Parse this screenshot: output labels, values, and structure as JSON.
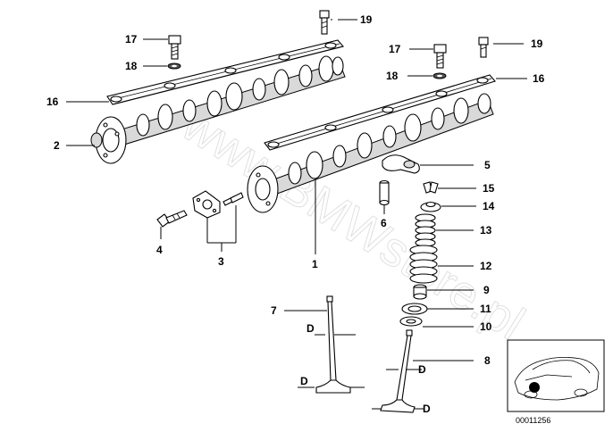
{
  "diagram": {
    "callouts": {
      "c1": "1",
      "c2": "2",
      "c3": "3",
      "c4": "4",
      "c5": "5",
      "c6": "6",
      "c7": "7",
      "c8": "8",
      "c9": "9",
      "c10": "10",
      "c11": "11",
      "c12": "12",
      "c13": "13",
      "c14": "14",
      "c15": "15",
      "c16a": "16",
      "c16b": "16",
      "c17a": "17",
      "c17b": "17",
      "c18a": "18",
      "c18b": "18",
      "c19a": "19",
      "c19b": "19"
    },
    "dimension_label": "D",
    "watermark": "www.BMWstore.pl",
    "reference_number": "00011256"
  }
}
